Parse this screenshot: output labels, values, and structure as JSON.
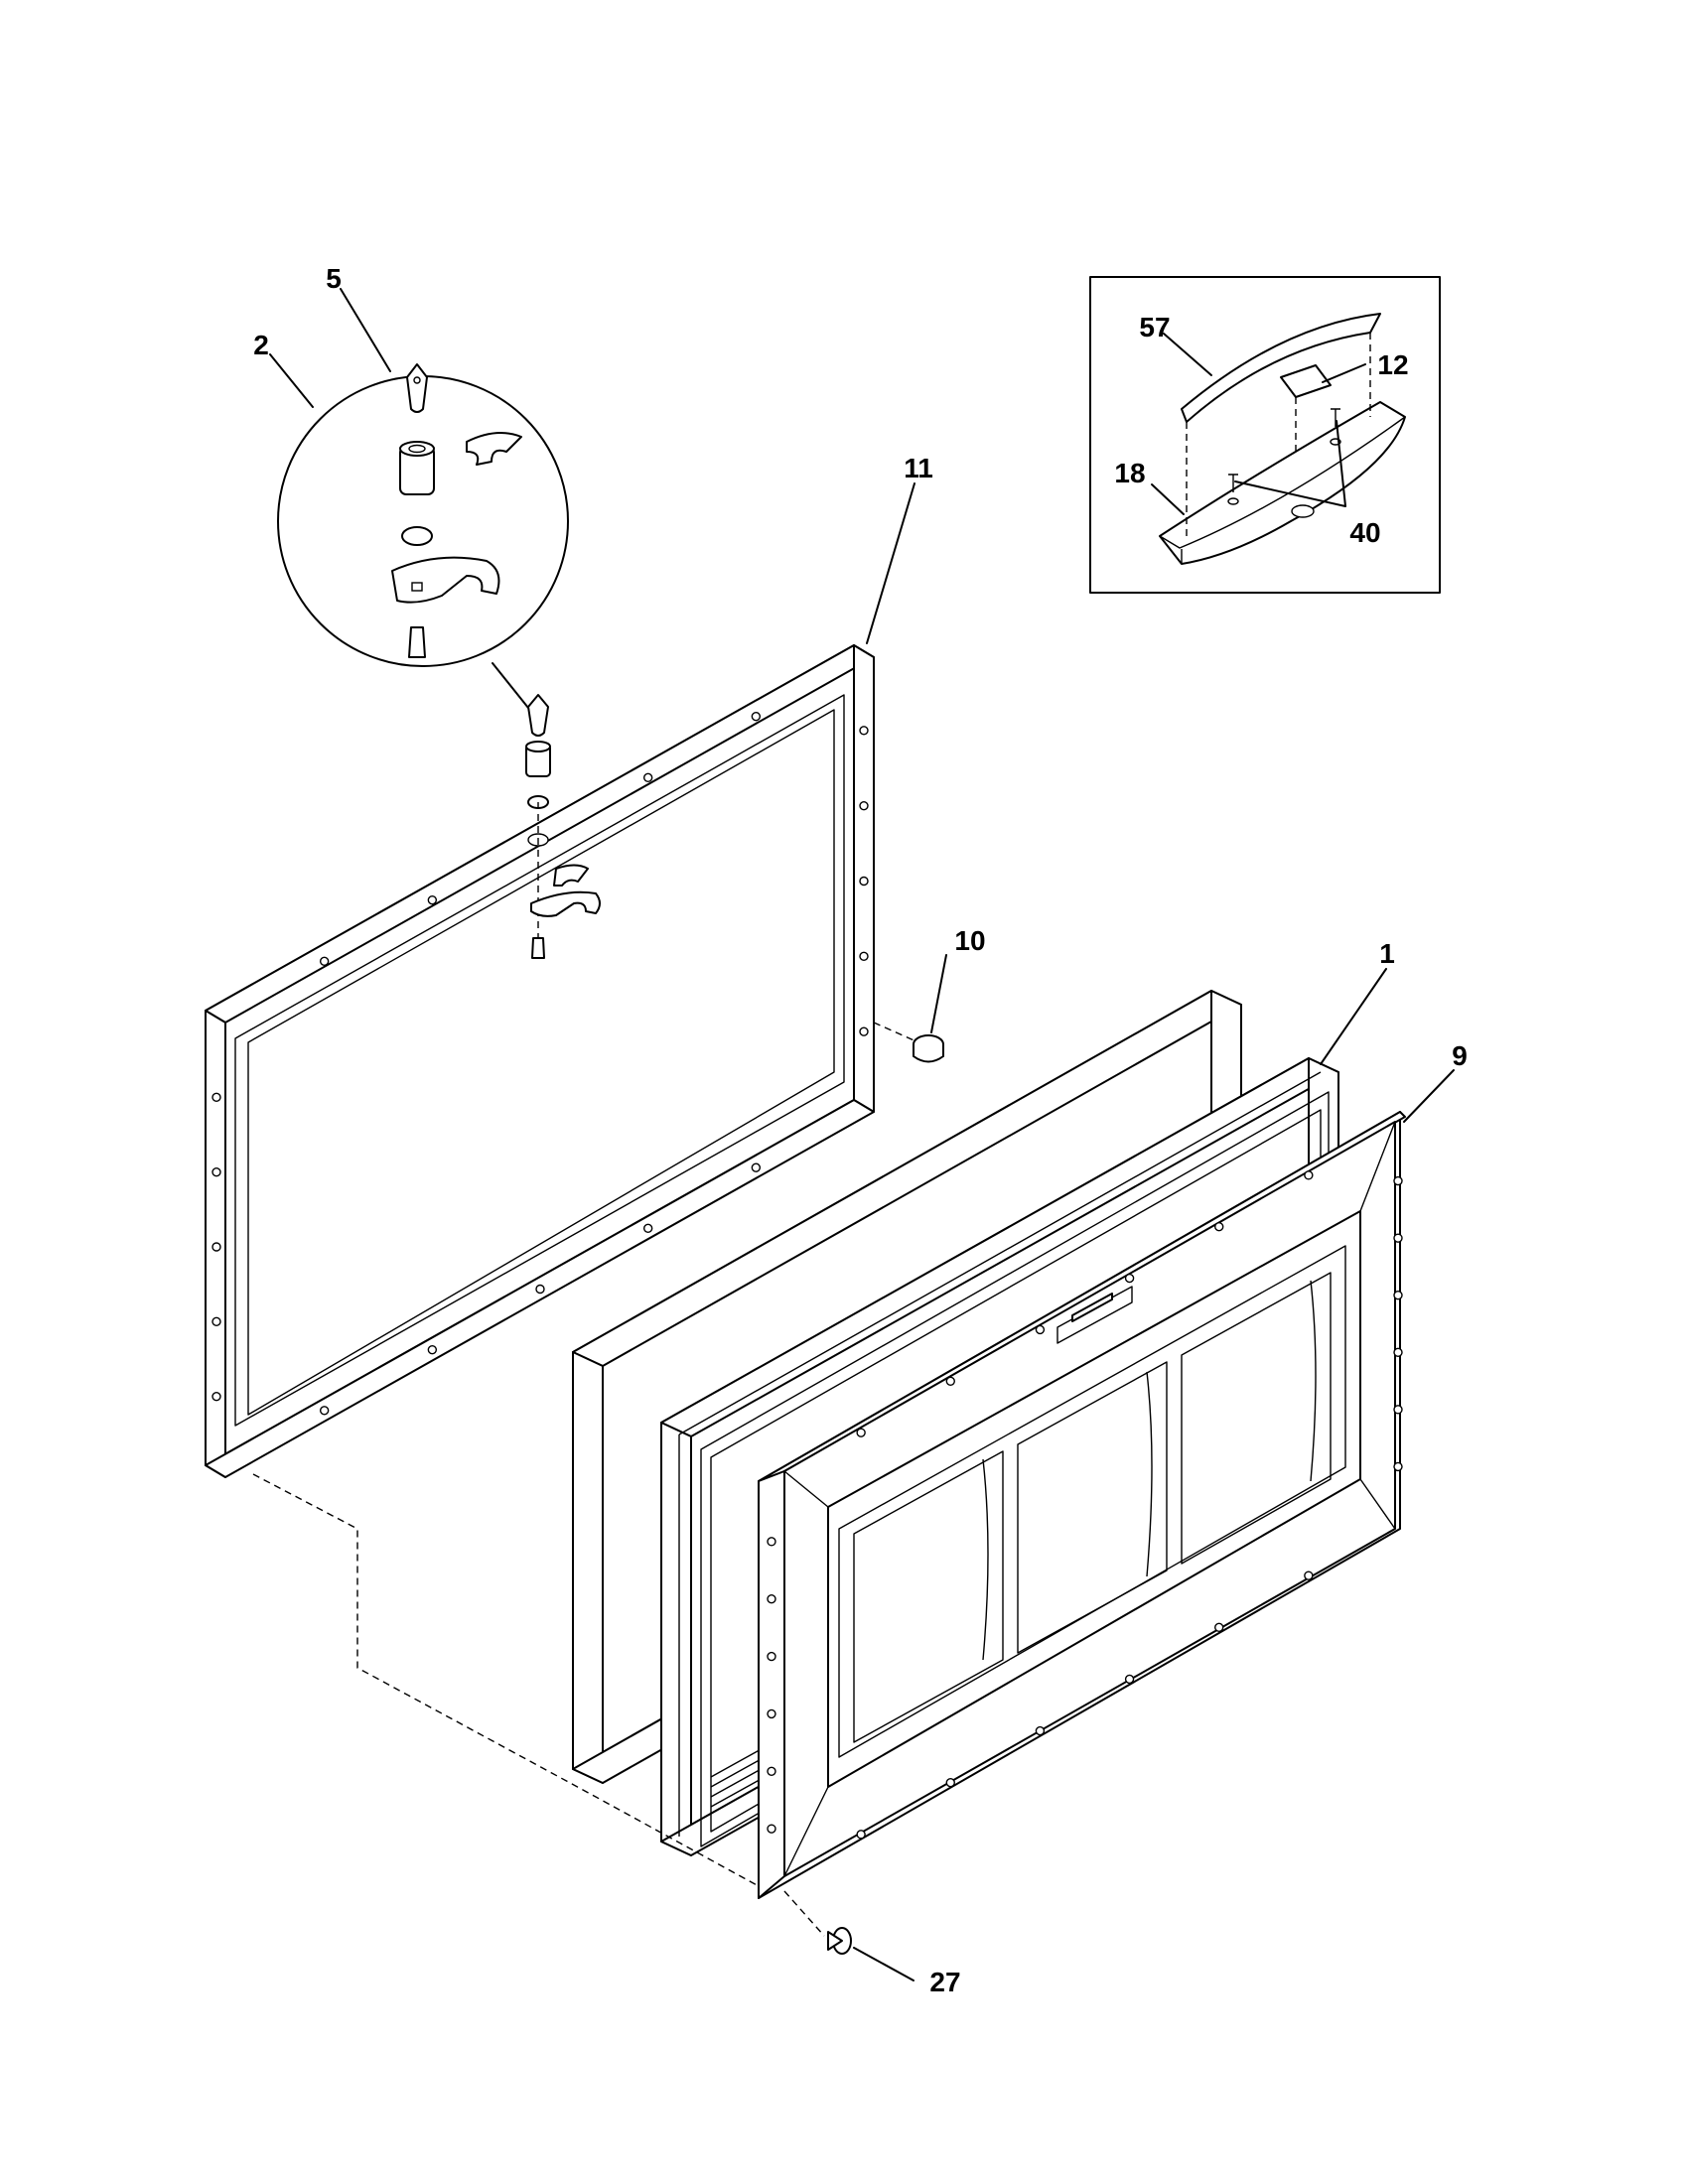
{
  "callouts": [
    "5",
    "2",
    "11",
    "57",
    "12",
    "18",
    "40",
    "10",
    "1",
    "9",
    "27"
  ]
}
